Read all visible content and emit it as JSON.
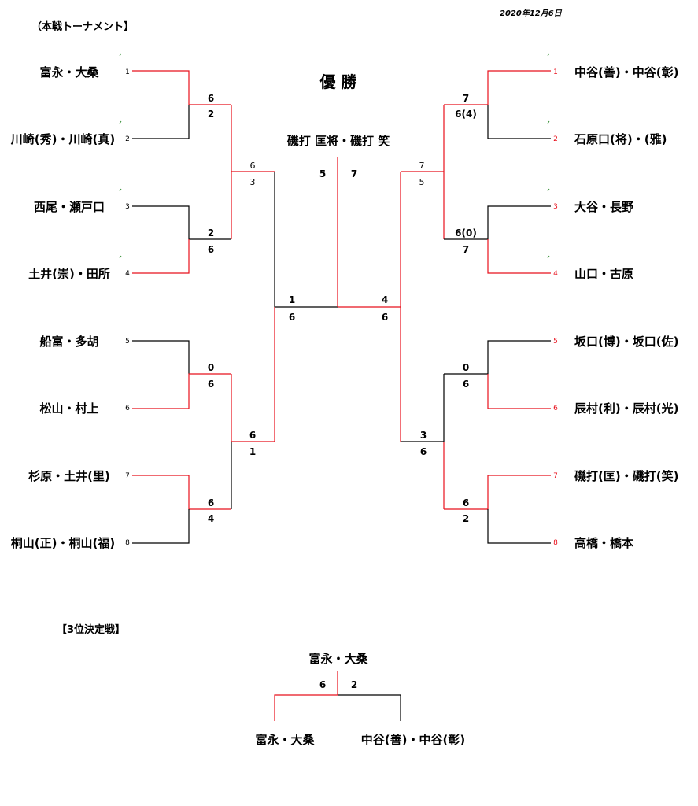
{
  "header": {
    "title": "（本戦トーナメント】",
    "date": "2020年12月6日",
    "champion_label": "優 勝",
    "champion_name": "磯打 匡将・磯打 笑"
  },
  "left_teams": [
    {
      "name": "富永・大桑",
      "seed": "1"
    },
    {
      "name": "川崎(秀)・川崎(真)",
      "seed": "2"
    },
    {
      "name": "西尾・瀬戸口",
      "seed": "3"
    },
    {
      "name": "土井(崇)・田所",
      "seed": "4"
    },
    {
      "name": "船富・多胡",
      "seed": "5"
    },
    {
      "name": "松山・村上",
      "seed": "6"
    },
    {
      "name": "杉原・土井(里)",
      "seed": "7"
    },
    {
      "name": "桐山(正)・桐山(福)",
      "seed": "8"
    }
  ],
  "right_teams": [
    {
      "name": "中谷(善)・中谷(彰)",
      "seed": "1"
    },
    {
      "name": "石原口(将)・(雅)",
      "seed": "2"
    },
    {
      "name": "大谷・長野",
      "seed": "3"
    },
    {
      "name": "山口・古原",
      "seed": "4"
    },
    {
      "name": "坂口(博)・坂口(佐)",
      "seed": "5"
    },
    {
      "name": "辰村(利)・辰村(光)",
      "seed": "6"
    },
    {
      "name": "磯打(匡)・磯打(笑)",
      "seed": "7"
    },
    {
      "name": "高橋・橋本",
      "seed": "8"
    }
  ],
  "left_r1_scores": [
    [
      "6",
      "2"
    ],
    [
      "2",
      "6"
    ],
    [
      "0",
      "6"
    ],
    [
      "6",
      "4"
    ]
  ],
  "right_r1_scores": [
    [
      "7",
      "6(4)"
    ],
    [
      "6(0)",
      "7"
    ],
    [
      "0",
      "6"
    ],
    [
      "6",
      "2"
    ]
  ],
  "left_semis": [
    [
      "6",
      "3"
    ],
    [
      "6",
      "1"
    ]
  ],
  "right_semis": [
    [
      "7",
      "5"
    ],
    [
      "3",
      "6"
    ]
  ],
  "left_final_scores": [
    "1",
    "6"
  ],
  "right_final_scores": [
    "4",
    "6"
  ],
  "final_scores": [
    "5",
    "7"
  ],
  "third_place": {
    "title": "【3位決定戦】",
    "winner": "富永・大桑",
    "scores": [
      "6",
      "2"
    ],
    "left_team": "富永・大桑",
    "right_team": "中谷(善)・中谷(彰)"
  },
  "colors": {
    "win_line": "#e8101c",
    "line": "#000000",
    "seed_win": "#e8101c",
    "mark": "#2e8b2e"
  }
}
